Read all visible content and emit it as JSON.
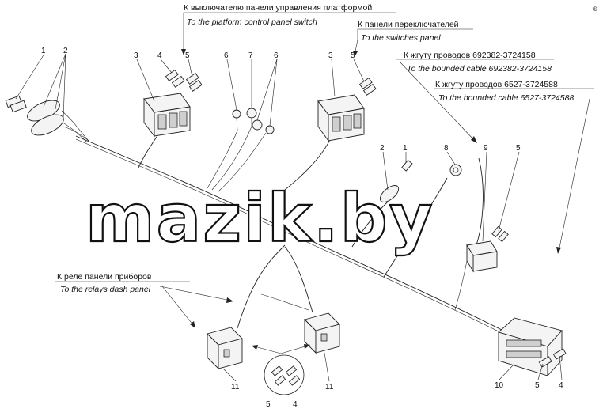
{
  "corner_mark": "⊕",
  "watermark": "mazik.by",
  "callouts": {
    "platform_switch": {
      "ru": "К выключателю панели управления платформой",
      "en": "To the platform control panel switch"
    },
    "switches_panel": {
      "ru": "К панели переключателей",
      "en": "To the switches panel"
    },
    "cable_692382": {
      "ru": "К жгуту проводов 692382-3724158",
      "en": "To the bounded cable 692382-3724158"
    },
    "cable_6527": {
      "ru": "К жгуту проводов 6527-3724588",
      "en": "To the bounded cable 6527-3724588"
    },
    "relays_dash": {
      "ru": "К реле панели приборов",
      "en": "To the relays dash panel"
    }
  },
  "labels": {
    "l1a": "1",
    "l2a": "2",
    "l3a": "3",
    "l4a": "4",
    "l5a": "5",
    "l6a": "6",
    "l7a": "7",
    "l6b": "6",
    "l3b": "3",
    "l5b": "5",
    "l2b": "2",
    "l1b": "1",
    "l8": "8",
    "l9": "9",
    "l5c": "5",
    "l11a": "11",
    "l5d": "5",
    "l4b": "4",
    "l11b": "11",
    "l10": "10",
    "l5e": "5",
    "l4c": "4"
  }
}
